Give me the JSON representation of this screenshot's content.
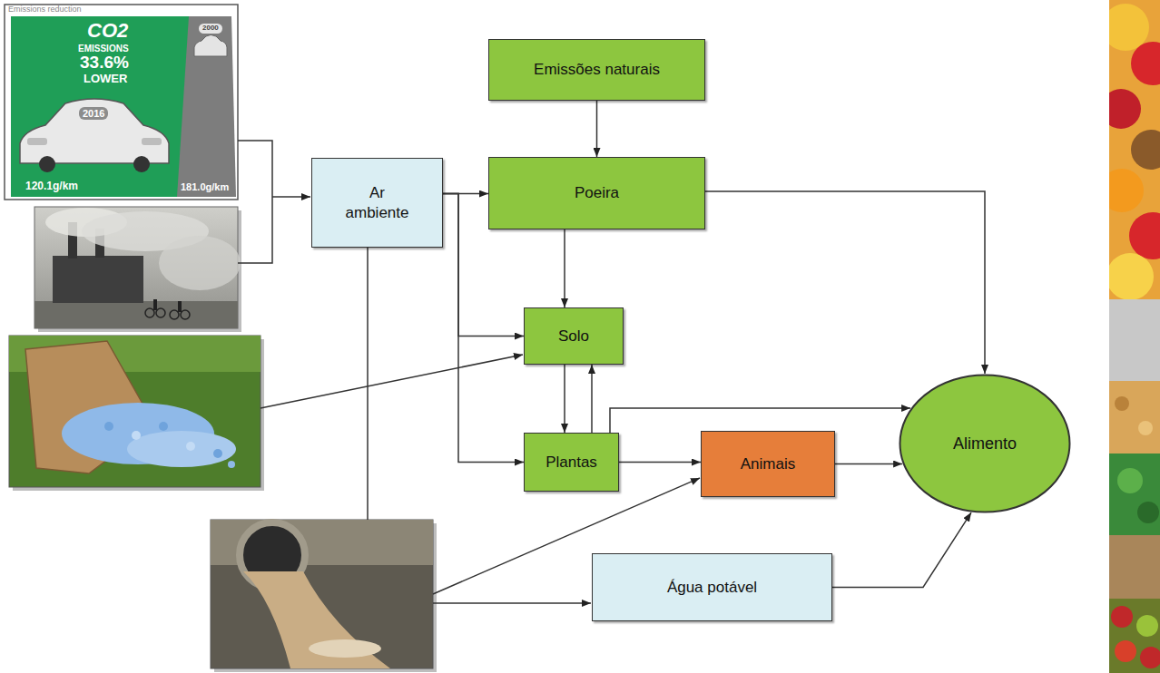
{
  "diagram": {
    "nodes": [
      {
        "text": [
          "Emissões naturais"
        ]
      },
      {
        "text": [
          "Ar ambiente"
        ]
      },
      {
        "text": [
          "Poeira"
        ]
      },
      {
        "text": [
          "Solo"
        ]
      },
      {
        "text": [
          "Plantas"
        ]
      },
      {
        "text": [
          "Animais"
        ]
      },
      {
        "text": [
          "Alimento"
        ]
      },
      {
        "text": [
          "Água potável"
        ]
      }
    ],
    "edges": [
      {
        "from": 0,
        "to": 2,
        "arrow": "to"
      },
      {
        "from": 1,
        "to": 2,
        "arrow": "to"
      },
      {
        "from": 1,
        "to": 3,
        "arrow": "to"
      },
      {
        "from": 1,
        "to": 4,
        "arrow": "to"
      },
      {
        "from": 2,
        "to": 3,
        "arrow": "to"
      },
      {
        "from": 2,
        "to": 6,
        "arrow": "to"
      },
      {
        "from": 3,
        "to": 4,
        "arrow": "to"
      },
      {
        "from": 4,
        "to": 3,
        "arrow": "to"
      },
      {
        "from": 4,
        "to": 6,
        "arrow": "to"
      },
      {
        "from": 4,
        "to": 5,
        "arrow": "to"
      },
      {
        "from": 5,
        "to": 6,
        "arrow": "to"
      },
      {
        "from": 7,
        "to": 6,
        "arrow": "to"
      }
    ],
    "labels": [
      "Emissions reduction",
      "CO2",
      "EMISSIONS",
      "33.6%",
      "LOWER",
      "2016",
      "2000",
      "120.1g/km",
      "181.0g/km"
    ]
  }
}
